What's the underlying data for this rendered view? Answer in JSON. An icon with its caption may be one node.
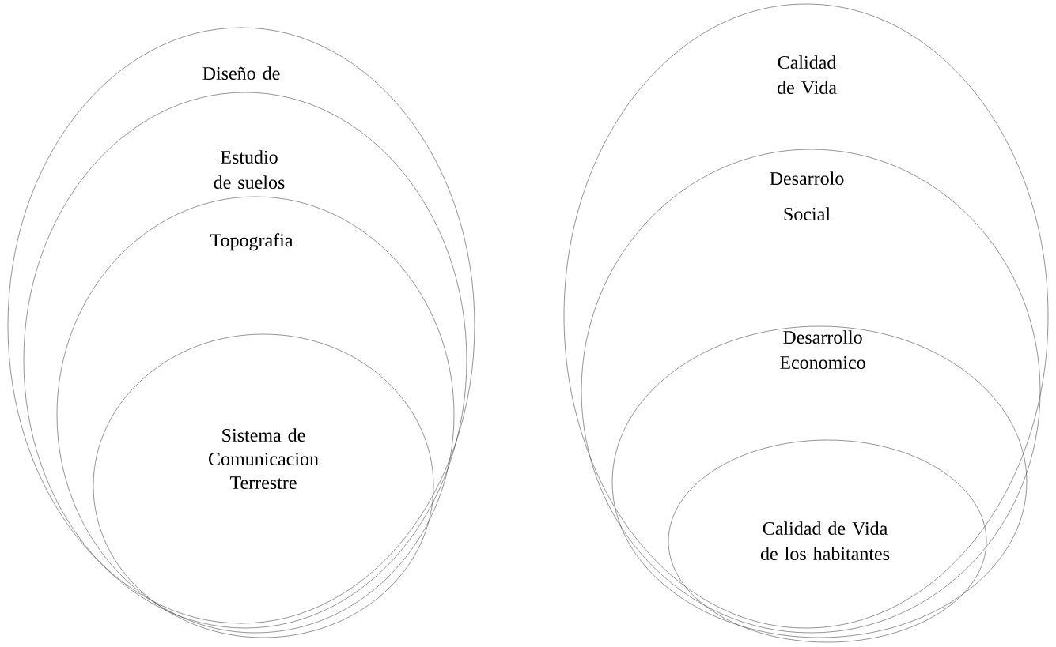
{
  "diagram": {
    "nodes": [
      {
        "text": [
          "Diseño de"
        ]
      },
      {
        "text": [
          "Estudio de suelos"
        ],
        "in": 0
      },
      {
        "text": [
          "Topografia"
        ],
        "in": 1
      },
      {
        "text": [
          "Sistema de Comunicacion Terrestre"
        ],
        "in": 2
      },
      {
        "text": [
          "Calidad de Vida"
        ]
      },
      {
        "text": [
          "Desarrolo Social"
        ],
        "in": 4
      },
      {
        "text": [
          "Desarrollo Economico"
        ],
        "in": 5
      },
      {
        "text": [
          "Calidad de Vida de los habitantes"
        ],
        "in": 6
      }
    ]
  }
}
